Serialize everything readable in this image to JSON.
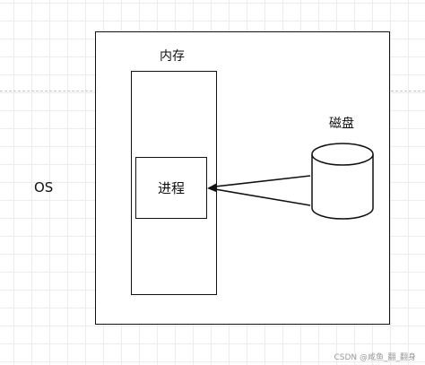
{
  "diagram": {
    "os_label": "OS",
    "memory_label": "内存",
    "process_label": "进程",
    "disk_label": "磁盘"
  },
  "watermark": "CSDN @咸鱼_翻_翻身"
}
